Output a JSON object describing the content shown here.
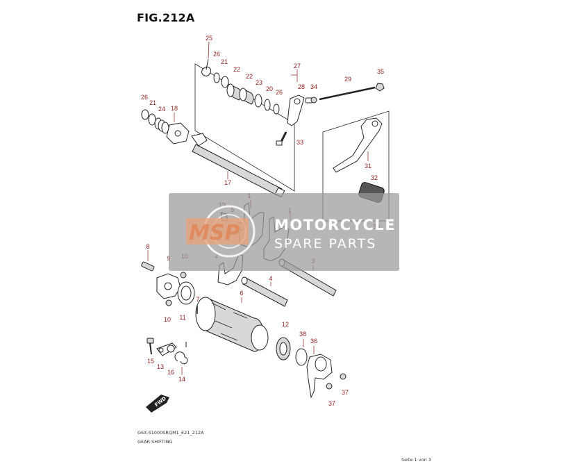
{
  "figure": {
    "title": "FIG.212A",
    "model_code": "GSX-S1000SRQM1_E21_212A",
    "diagram_name": "GEAR SHIFTING",
    "page_indicator": "Seite 1 von 3"
  },
  "watermark": {
    "logo_text": "MSP",
    "line1": "MOTORCYCLE",
    "line2": "SPARE PARTS"
  },
  "direction_badge": "FWD",
  "callouts": [
    "25",
    "26",
    "21",
    "22",
    "22",
    "23",
    "20",
    "26",
    "27",
    "28",
    "34",
    "29",
    "35",
    "26",
    "21",
    "24",
    "18",
    "33",
    "31",
    "32",
    "30",
    "17",
    "19",
    "5",
    "1",
    "1",
    "2",
    "8",
    "9",
    "10",
    "3",
    "4",
    "6",
    "7",
    "11",
    "10",
    "12",
    "38",
    "36",
    "15",
    "13",
    "16",
    "14",
    "37",
    "37"
  ],
  "colors": {
    "callout": "#8b1a1a",
    "watermark_band": "#9a9a9a",
    "watermark_logo": "#e0895c"
  }
}
